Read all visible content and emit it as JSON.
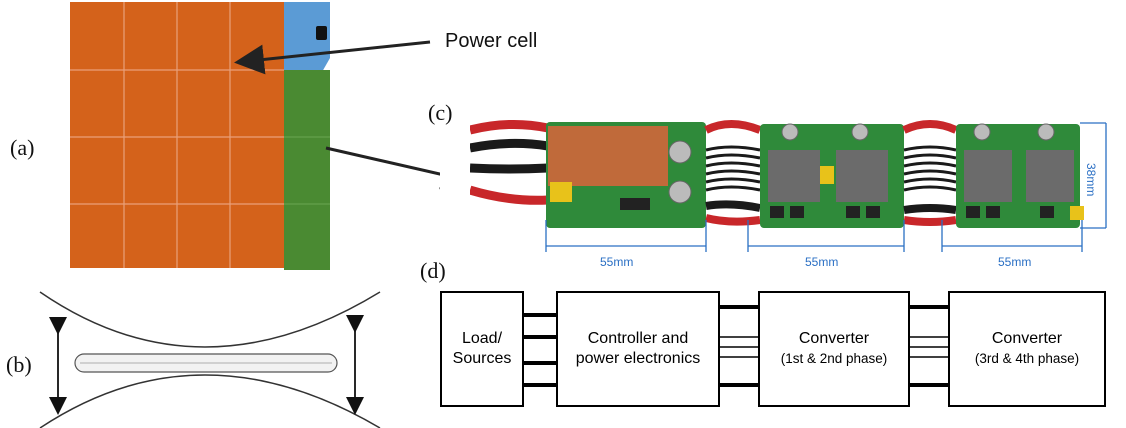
{
  "panel_labels": {
    "a": "(a)",
    "b": "(b)",
    "c": "(c)",
    "d": "(d)"
  },
  "callouts": {
    "power_cell": "Power cell"
  },
  "dimensions": {
    "module_width_1": "55mm",
    "module_width_2": "55mm",
    "module_width_3": "55mm",
    "module_height": "38mm"
  },
  "blocks": {
    "load_sources": [
      "Load/",
      "Sources"
    ],
    "controller": [
      "Controller and",
      "power electronics"
    ],
    "converter_1": [
      "Converter",
      "(1st & 2nd phase)"
    ],
    "converter_2": [
      "Converter",
      "(3rd & 4th phase)"
    ]
  },
  "colors": {
    "cell_orange": "#d4621b",
    "cell_blue": "#5b9bd5",
    "cell_green": "#4a8a32",
    "pcb_green": "#2f8a3a",
    "dimension_blue": "#2a6fc4"
  }
}
